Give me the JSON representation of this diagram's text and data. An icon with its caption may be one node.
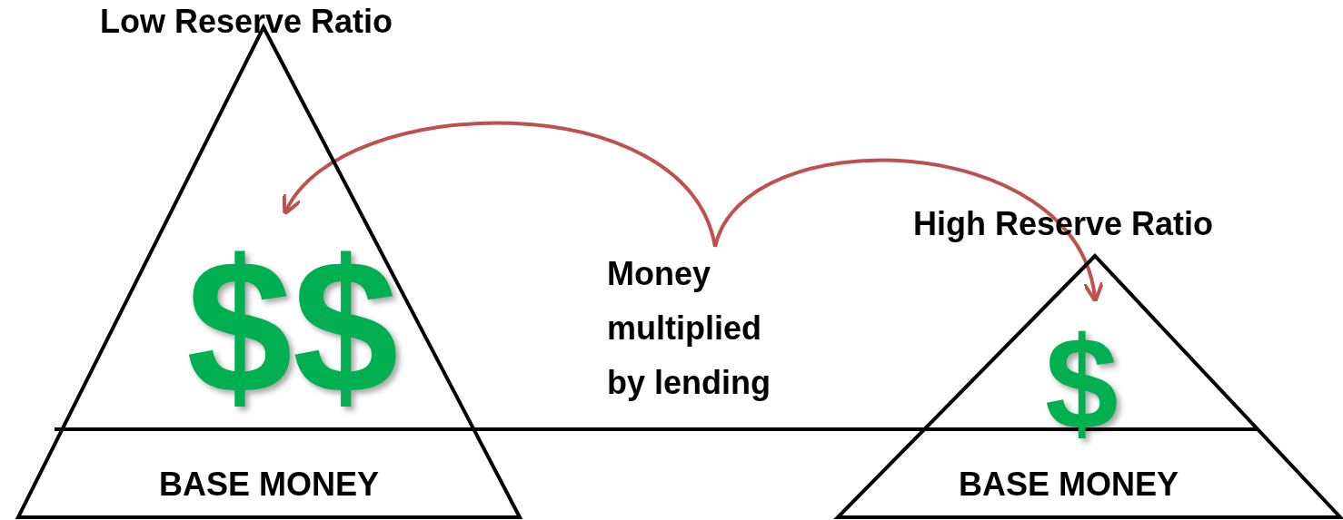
{
  "diagram": {
    "nodes": [
      {
        "text": [
          "Low Reserve Ratio",
          "$$",
          "BASE MONEY"
        ]
      },
      {
        "text": [
          "High Reserve Ratio",
          "$",
          "BASE MONEY"
        ]
      },
      {
        "text": [
          "Money multiplied by lending"
        ]
      }
    ],
    "edges": [
      {
        "from": 2,
        "to": 0,
        "arrow": "to"
      },
      {
        "from": 2,
        "to": 1,
        "arrow": "to"
      }
    ]
  }
}
